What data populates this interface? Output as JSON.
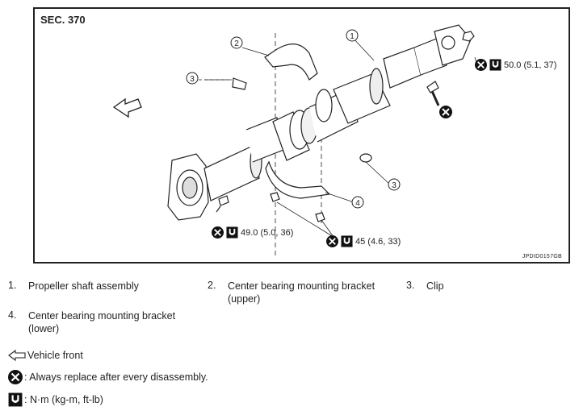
{
  "section": "SEC. 370",
  "image_code": "JPDID0157GB",
  "callouts": [
    "1",
    "2",
    "3",
    "3",
    "4"
  ],
  "torques": {
    "t1": "50.0 (5.1, 37)",
    "t2": "49.0 (5.0, 36)",
    "t3": "45 (4.6, 33)"
  },
  "legend": [
    {
      "num": "1.",
      "text": "Propeller shaft assembly"
    },
    {
      "num": "2.",
      "text": "Center bearing mounting bracket (upper)"
    },
    {
      "num": "3.",
      "text": "Clip"
    },
    {
      "num": "4.",
      "text": "Center bearing mounting bracket (lower)"
    }
  ],
  "keys": {
    "front": "Vehicle front",
    "replace": ": Always replace after every disassembly.",
    "torque": ": N·m (kg-m, ft-lb)"
  },
  "icons": [
    "arrow-left-icon",
    "replace-x-icon",
    "torque-wrench-icon"
  ]
}
